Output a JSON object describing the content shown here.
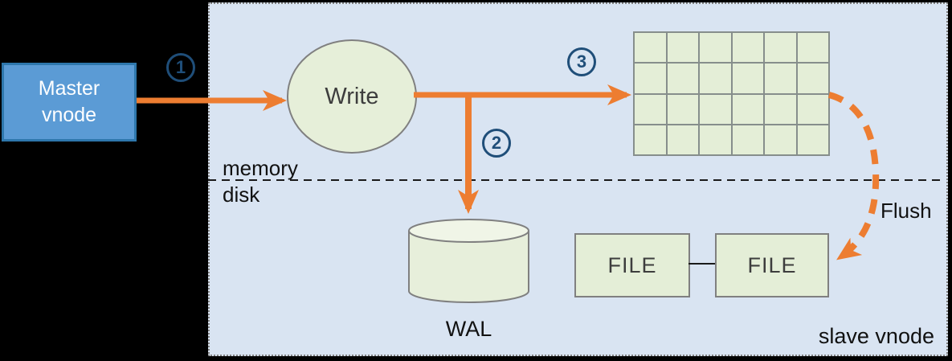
{
  "diagram": {
    "master_box": {
      "label": "Master vnode"
    },
    "write_node": {
      "label": "Write"
    },
    "steps": {
      "one": "1",
      "two": "2",
      "three": "3"
    },
    "mem_table": {
      "rows": 4,
      "cols": 6
    },
    "wal": {
      "label": "WAL"
    },
    "file_boxes": {
      "file1": "FILE",
      "file2": "FILE"
    },
    "labels": {
      "memory": "memory",
      "disk": "disk",
      "flush": "Flush",
      "slave_vnode": "slave vnode"
    },
    "colors": {
      "arrow_orange": "#ed7d31",
      "panel_blue": "#d9e4f2",
      "node_green": "#e4eed7",
      "node_border_gray": "#808080",
      "master_fill_blue": "#5b9bd5",
      "master_border_blue": "#2e77ac",
      "step_navy": "#1f4e79",
      "background": "#000000"
    }
  }
}
